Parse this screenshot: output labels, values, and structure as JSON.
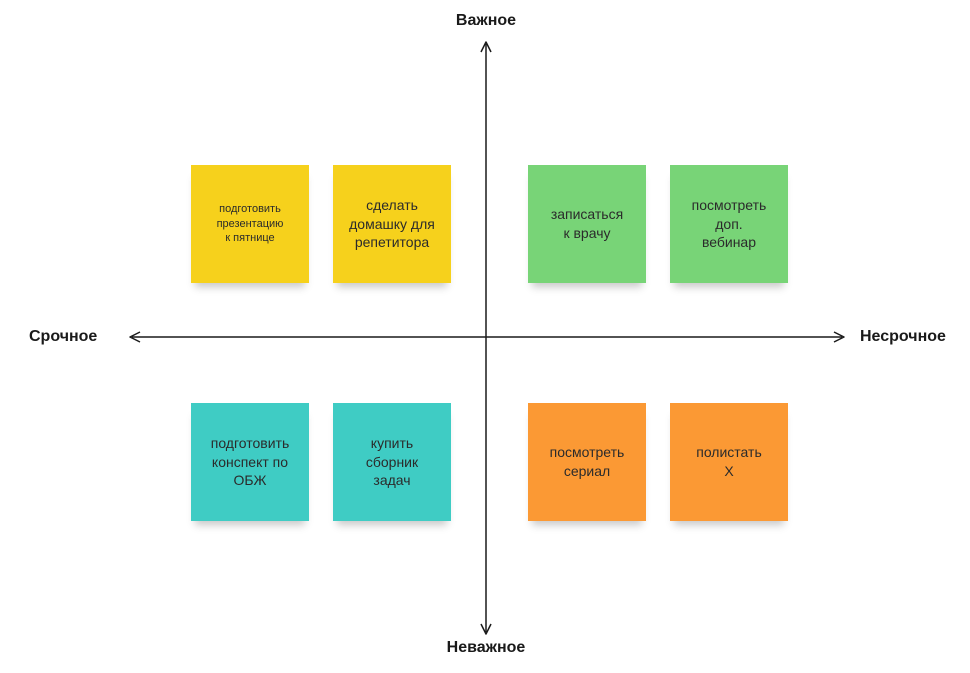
{
  "axes": {
    "top": "Важное",
    "bottom": "Неважное",
    "left": "Срочное",
    "right": "Несрочное"
  },
  "colors": {
    "yellow": "#f6d11c",
    "green": "#78d477",
    "teal": "#3fccc4",
    "orange": "#fb9934",
    "axis": "#1a1a1a"
  },
  "stickies": [
    {
      "id": "prepare-presentation",
      "text": "подготовить\nпрезентацию\nк пятнице",
      "color": "yellow",
      "small": true
    },
    {
      "id": "homework-tutor",
      "text": "сделать\nдомашку для\nрепетитора",
      "color": "yellow",
      "small": false
    },
    {
      "id": "doctor-appointment",
      "text": "записаться\nк врачу",
      "color": "green",
      "small": false
    },
    {
      "id": "watch-webinar",
      "text": "посмотреть\nдоп.\nвебинар",
      "color": "green",
      "small": false
    },
    {
      "id": "prepare-notes",
      "text": "подготовить\nконспект по\nОБЖ",
      "color": "teal",
      "small": false
    },
    {
      "id": "buy-book",
      "text": "купить\nсборник\nзадач",
      "color": "teal",
      "small": false
    },
    {
      "id": "watch-series",
      "text": "посмотреть\nсериал",
      "color": "orange",
      "small": false
    },
    {
      "id": "scroll-x",
      "text": "полистать\nX",
      "color": "orange",
      "small": false
    }
  ]
}
